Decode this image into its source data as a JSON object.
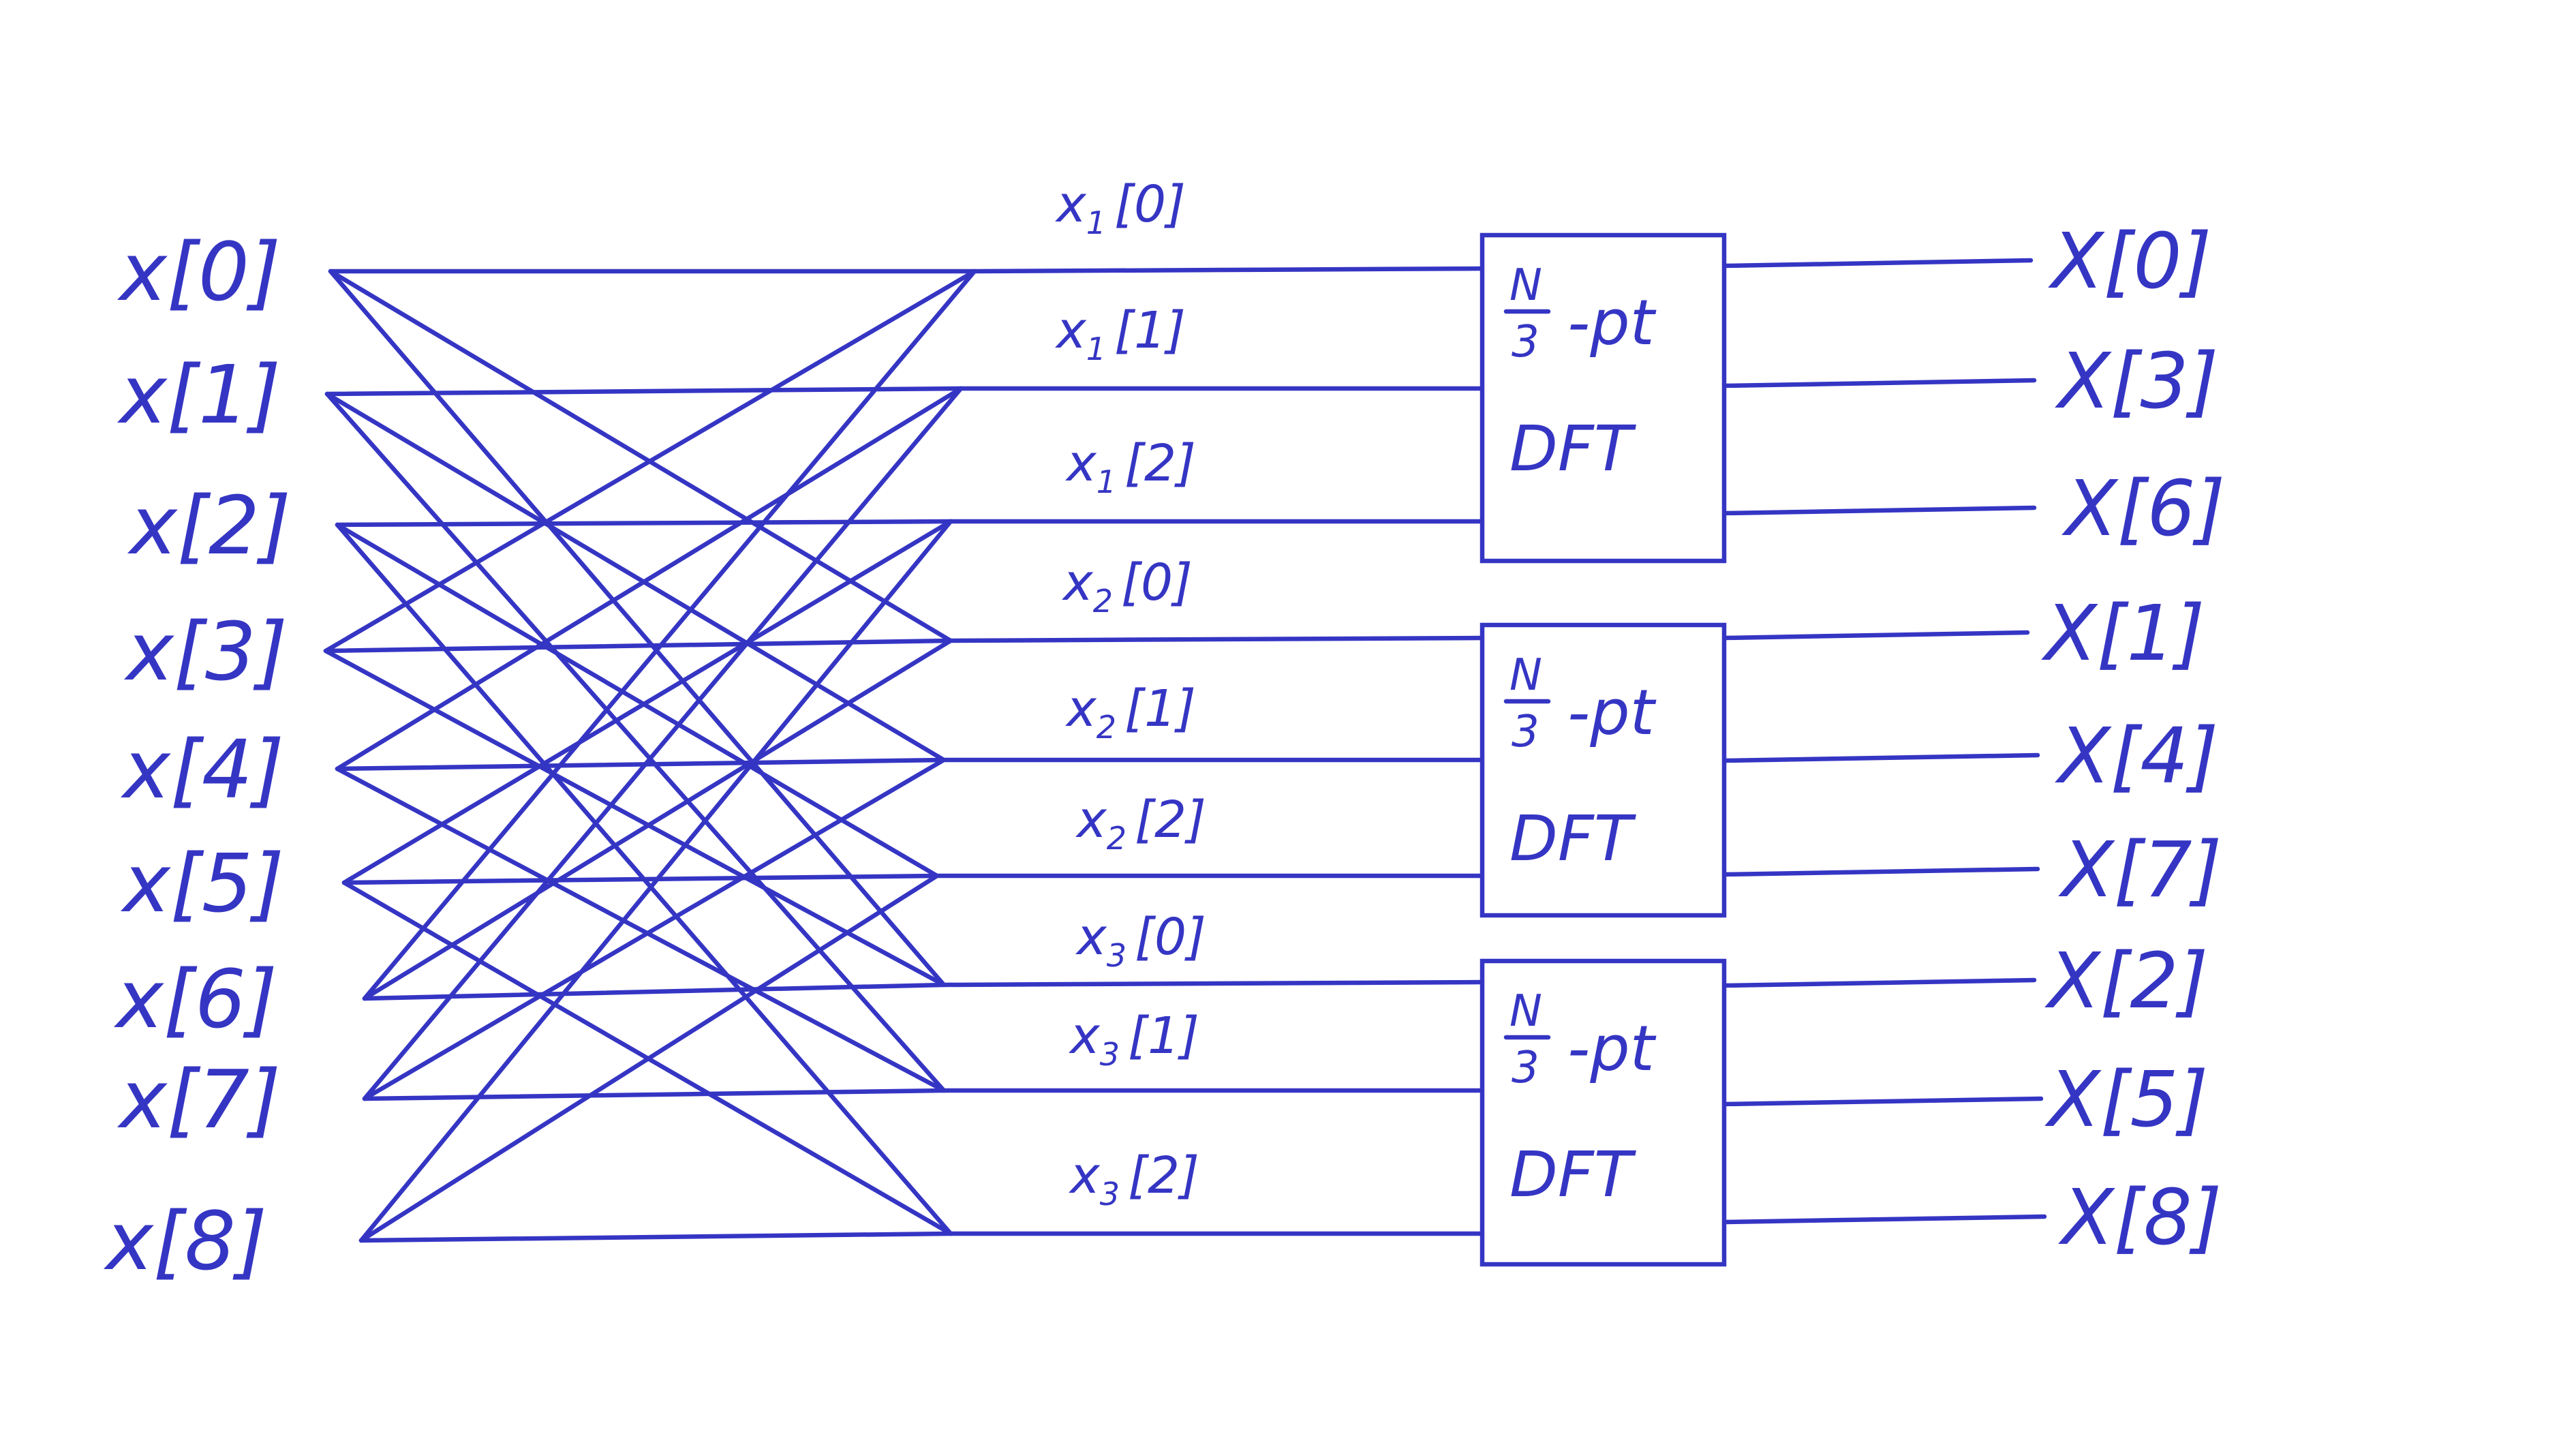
{
  "colors": {
    "ink": "#3535c4",
    "background": "#ffffff"
  },
  "inputs": [
    "x[0]",
    "x[1]",
    "x[2]",
    "x[3]",
    "x[4]",
    "x[5]",
    "x[6]",
    "x[7]",
    "x[8]"
  ],
  "intermediates": [
    {
      "name": "x",
      "sub": "1",
      "idx": "[0]"
    },
    {
      "name": "x",
      "sub": "1",
      "idx": "[1]"
    },
    {
      "name": "x",
      "sub": "1",
      "idx": "[2]"
    },
    {
      "name": "x",
      "sub": "2",
      "idx": "[0]"
    },
    {
      "name": "x",
      "sub": "2",
      "idx": "[1]"
    },
    {
      "name": "x",
      "sub": "2",
      "idx": "[2]"
    },
    {
      "name": "x",
      "sub": "3",
      "idx": "[0]"
    },
    {
      "name": "x",
      "sub": "3",
      "idx": "[1]"
    },
    {
      "name": "x",
      "sub": "3",
      "idx": "[2]"
    }
  ],
  "dft_blocks": [
    {
      "frac_num": "N",
      "frac_den": "3",
      "suffix": "-pt",
      "name": "DFT"
    },
    {
      "frac_num": "N",
      "frac_den": "3",
      "suffix": "-pt",
      "name": "DFT"
    },
    {
      "frac_num": "N",
      "frac_den": "3",
      "suffix": "-pt",
      "name": "DFT"
    }
  ],
  "outputs": [
    "X[0]",
    "X[3]",
    "X[6]",
    "X[1]",
    "X[4]",
    "X[7]",
    "X[2]",
    "X[5]",
    "X[8]"
  ]
}
